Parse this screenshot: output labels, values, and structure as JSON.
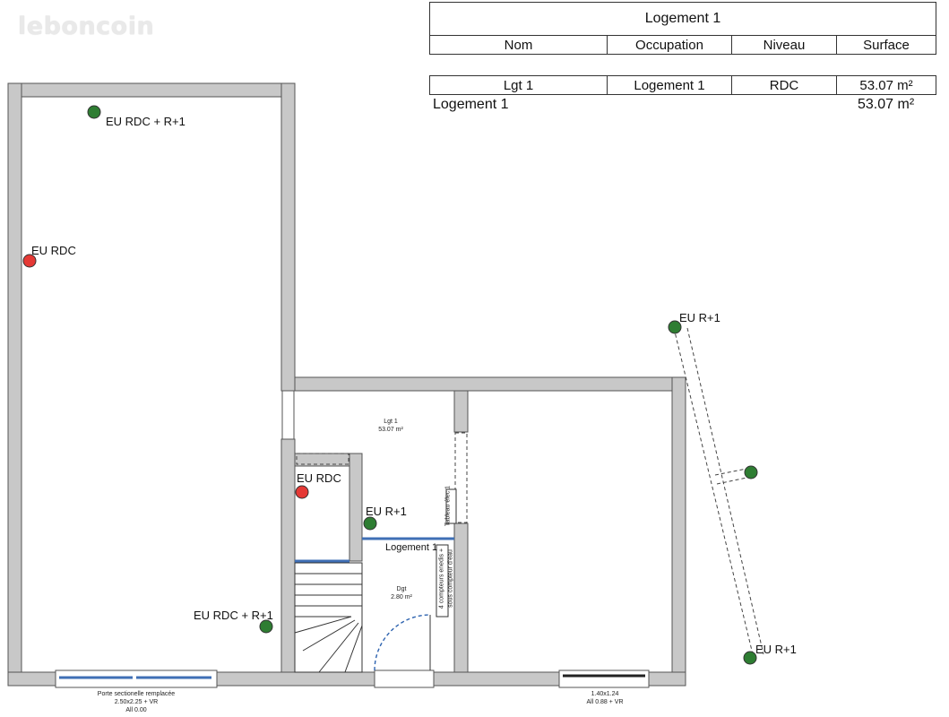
{
  "watermark": "leboncoin",
  "schedule": {
    "title": "Logement 1",
    "headers": [
      "Nom",
      "Occupation",
      "Niveau",
      "Surface"
    ],
    "row": [
      "Lgt 1",
      "Logement 1",
      "RDC",
      "53.07 m²"
    ],
    "total_label": "Logement 1",
    "total_value": "53.07 m²"
  },
  "rooms": {
    "lgt_name": "Lgt 1",
    "lgt_area": "53.07 m²",
    "dgt_name": "Dgt",
    "dgt_area": "2.80 m²",
    "logement_label": "Logement 1"
  },
  "drains": [
    {
      "label": "EU RDC + R+1",
      "color": "#2e7d32"
    },
    {
      "label": "EU RDC",
      "color": "#e53935"
    },
    {
      "label": "EU R+1",
      "color": "#2e7d32"
    },
    {
      "label": "EU RDC",
      "color": "#e53935"
    },
    {
      "label": "EU R+1",
      "color": "#2e7d32"
    },
    {
      "label": "EU RDC + R+1",
      "color": "#2e7d32"
    },
    {
      "label": "",
      "color": "#2e7d32"
    },
    {
      "label": "EU R+1",
      "color": "#2e7d32"
    }
  ],
  "notes": {
    "tableau": "Tableau élec 1",
    "compteurs_line1": "4 compteurs enedis +",
    "compteurs_line2": "sous compteur d'eau",
    "porte_line1": "Porte sectionelle remplacée",
    "porte_line2": "2.50x2.25 + VR",
    "porte_line3": "All 0.00",
    "fenetre_line1": "1.40x1.24",
    "fenetre_line2": "All 0.88 + VR"
  },
  "colors": {
    "wall": "#c8c8c8",
    "wall_edge": "#555555",
    "window": "#3f6fb5"
  }
}
